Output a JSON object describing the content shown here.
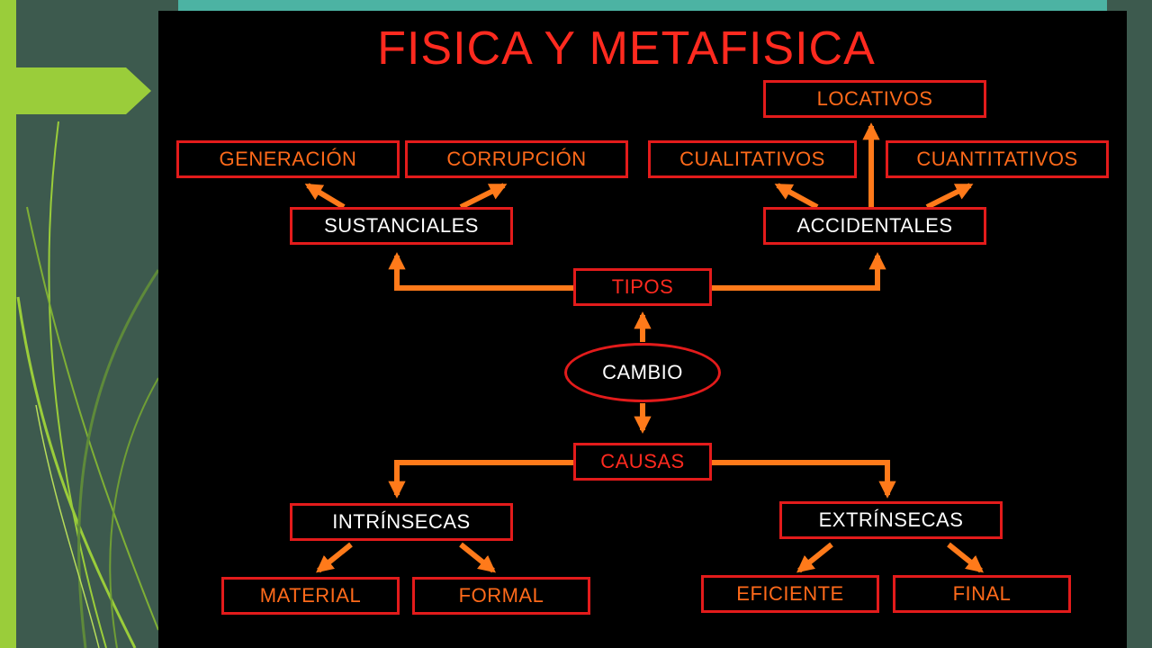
{
  "title": "FISICA Y METAFISICA",
  "colors": {
    "arrow": "#ff7a1a",
    "border": "#e31b1b",
    "title": "#ff2a1f",
    "accent": "#9acd3a"
  },
  "nodes": {
    "cambio": "CAMBIO",
    "tipos": "TIPOS",
    "causas": "CAUSAS",
    "sustanciales": "SUSTANCIALES",
    "accidentales": "ACCIDENTALES",
    "generacion": "GENERACIÓN",
    "corrupcion": "CORRUPCIÓN",
    "cualitativos": "CUALITATIVOS",
    "cuantitativos": "CUANTITATIVOS",
    "locativos": "LOCATIVOS",
    "intrinsecas": "INTRÍNSECAS",
    "extrinsecas": "EXTRÍNSECAS",
    "material": "MATERIAL",
    "formal": "FORMAL",
    "eficiente": "EFICIENTE",
    "final": "FINAL"
  }
}
